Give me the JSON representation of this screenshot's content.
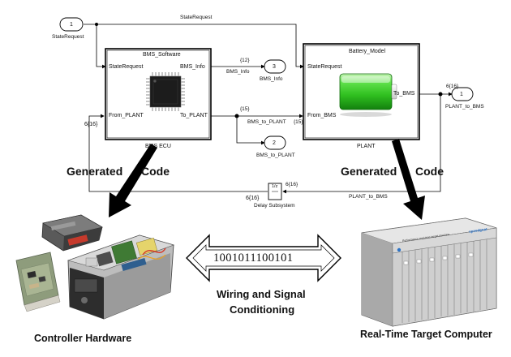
{
  "simulink": {
    "state_request_port": {
      "number": "1",
      "label": "StateRequest"
    },
    "state_request_line_label": "StateRequest",
    "bms_software": {
      "title": "BMS_Software",
      "in_state": "StateRequest",
      "in_plant": "From_PLANT",
      "out_info": "BMS_Info",
      "out_plant": "To_PLANT",
      "caption": "BMS ECU"
    },
    "battery_model": {
      "title": "Battery_Model",
      "in_state": "StateRequest",
      "in_bms": "From_BMS",
      "out_bms": "To_BMS",
      "caption": "PLANT"
    },
    "bms_info_port": {
      "number": "3",
      "label": "BMS_Info",
      "dim": "{12}",
      "line_label": "BMS_Info"
    },
    "bms_to_plant_port": {
      "number": "2",
      "label": "BMS_to_PLANT",
      "dim": "{15}",
      "line_label": "BMS_to_PLANT",
      "dim2": "{15}"
    },
    "plant_to_bms_port": {
      "number": "1",
      "label": "PLANT_to_BMS",
      "dim": "6{16}"
    },
    "delay": {
      "label": "Delay Subsystem",
      "symbol": "1/z",
      "dim_in": "6{16}",
      "dim_out": "6{16}",
      "line_label": "PLANT_to_BMS"
    },
    "feedback_dim": "6{16}"
  },
  "labels": {
    "generated_left_1": "Generated",
    "generated_left_2": "Code",
    "generated_right_1": "Generated",
    "generated_right_2": "Code",
    "binary": "1001011100101",
    "wiring_1": "Wiring and Signal",
    "wiring_2": "Conditioning",
    "controller": "Controller Hardware",
    "target": "Real-Time Target Computer",
    "speedgoat_line": "Performance real-time target machine",
    "speedgoat_brand": "speedgoat"
  },
  "colors": {
    "battery_green": "#2fbf1f",
    "line": "#000000",
    "chip": "#1c1c1c"
  }
}
